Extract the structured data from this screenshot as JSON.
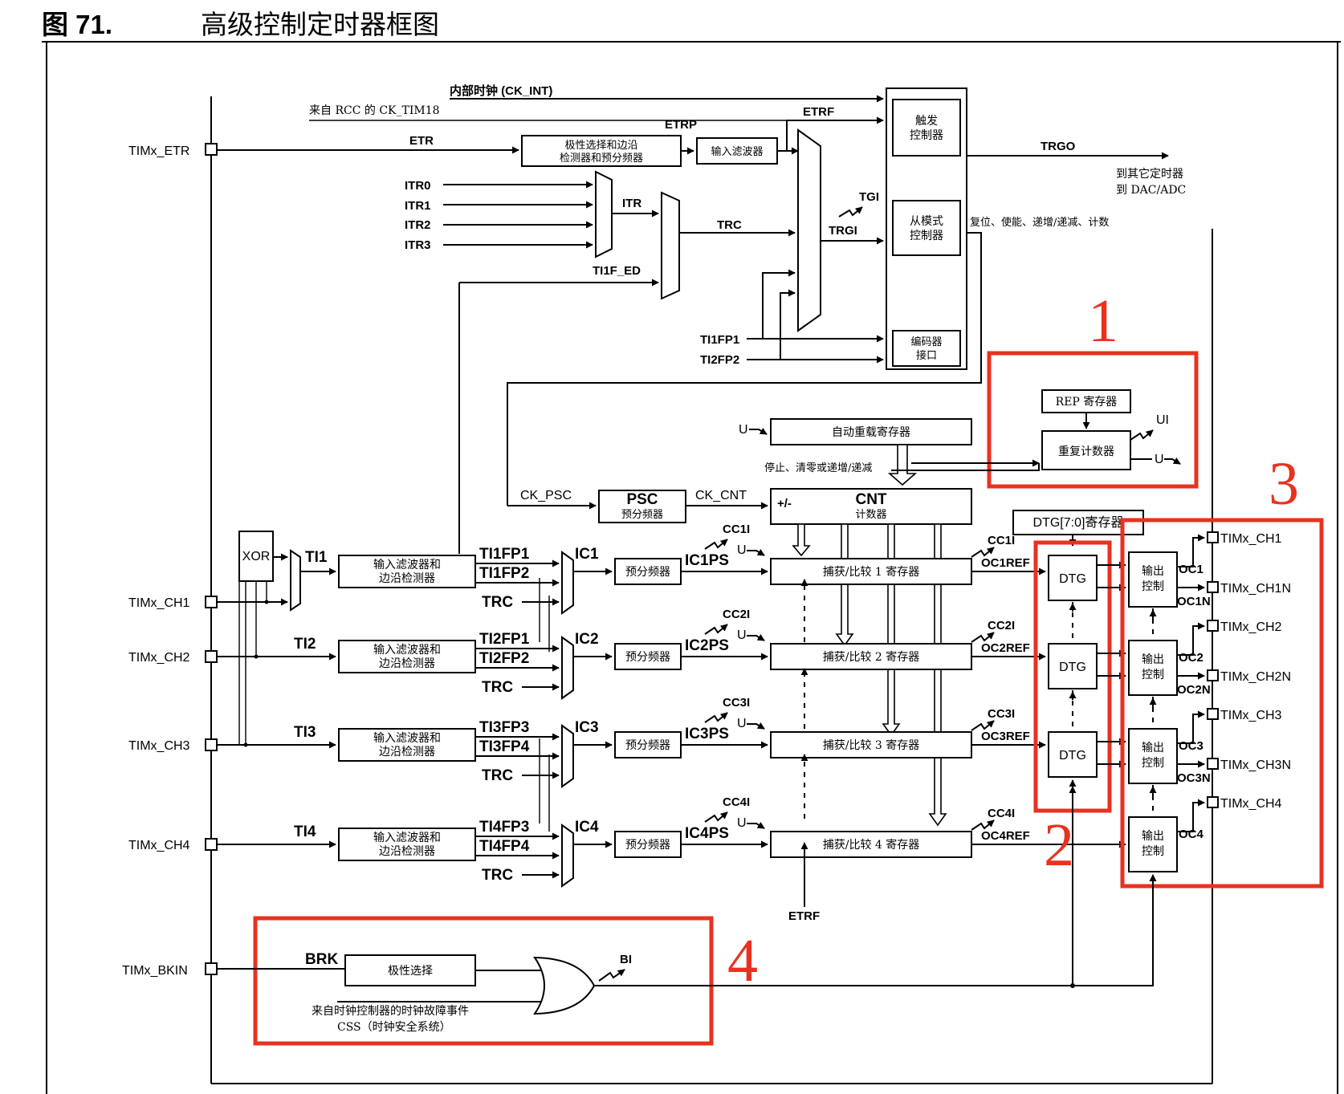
{
  "figure": {
    "number": "图 71.",
    "title": "高级控制定时器框图"
  },
  "signals": {
    "ck_int": "内部时钟 (CK_INT)",
    "rcc": "来自 RCC 的 CK_TIM18",
    "etr": "ETR",
    "etrp": "ETRP",
    "etrf": "ETRF",
    "trgo": "TRGO",
    "trgo_dest1": "到其它定时器",
    "trgo_dest2": "到 DAC/ADC",
    "itr0": "ITR0",
    "itr1": "ITR1",
    "itr2": "ITR2",
    "itr3": "ITR3",
    "itr": "ITR",
    "trc": "TRC",
    "tgi": "TGI",
    "trgi": "TRGI",
    "ti1f_ed": "TI1F_ED",
    "slave_out": "复位、使能、递增/递减、计数",
    "ti1fp1": "TI1FP1",
    "ti2fp2": "TI2FP2",
    "ui": "UI",
    "u": "U",
    "ck_psc": "CK_PSC",
    "ck_cnt": "CK_CNT",
    "stop": "停止、清零或递增/递减",
    "plusminus": "+/-",
    "etrf2": "ETRF",
    "brk": "BRK",
    "bi": "BI",
    "css1": "来自时钟控制器的时钟故障事件",
    "css2": "CSS（时钟安全系统）"
  },
  "blocks": {
    "edge_det1": "极性选择和边沿",
    "edge_det2": "检测器和预分频器",
    "input_filter": "输入滤波器",
    "trigger1": "触发",
    "trigger2": "控制器",
    "slave1": "从模式",
    "slave2": "控制器",
    "encoder1": "编码器",
    "encoder2": "接口",
    "rep_reg": "REP 寄存器",
    "rep_cnt": "重复计数器",
    "arr": "自动重载寄存器",
    "psc": "PSC",
    "psc_sub": "预分频器",
    "cnt": "CNT",
    "cnt_sub": "计数器",
    "dtg_reg": "DTG[7:0]寄存器",
    "xor": "XOR",
    "filter1": "输入滤波器和",
    "filter2": "边沿检测器",
    "prescaler": "预分频器",
    "dtg": "DTG",
    "out_ctrl1": "输出",
    "out_ctrl2": "控制",
    "polarity": "极性选择"
  },
  "pins": {
    "etr": "TIMx_ETR",
    "ch1": "TIMx_CH1",
    "ch2": "TIMx_CH2",
    "ch3": "TIMx_CH3",
    "ch4": "TIMx_CH4",
    "bkin": "TIMx_BKIN",
    "out_ch1": "TIMx_CH1",
    "out_ch1n": "TIMx_CH1N",
    "out_ch2": "TIMx_CH2",
    "out_ch2n": "TIMx_CH2N",
    "out_ch3": "TIMx_CH3",
    "out_ch3n": "TIMx_CH3N",
    "out_ch4": "TIMx_CH4"
  },
  "channels": [
    {
      "ti": "TI1",
      "fpa": "TI1FP1",
      "fpb": "TI1FP2",
      "trc": "TRC",
      "ic": "IC1",
      "icps": "IC1PS",
      "cci": "CC1I",
      "u": "U",
      "reg": "捕获/比较 1 寄存器",
      "cc": "CC1I",
      "ocref": "OC1REF",
      "oc": "OC1",
      "ocn": "OC1N"
    },
    {
      "ti": "TI2",
      "fpa": "TI2FP1",
      "fpb": "TI2FP2",
      "trc": "TRC",
      "ic": "IC2",
      "icps": "IC2PS",
      "cci": "CC2I",
      "u": "U",
      "reg": "捕获/比较 2 寄存器",
      "cc": "CC2I",
      "ocref": "OC2REF",
      "oc": "OC2",
      "ocn": "OC2N"
    },
    {
      "ti": "TI3",
      "fpa": "TI3FP3",
      "fpb": "TI3FP4",
      "trc": "TRC",
      "ic": "IC3",
      "icps": "IC3PS",
      "cci": "CC3I",
      "u": "U",
      "reg": "捕获/比较 3 寄存器",
      "cc": "CC3I",
      "ocref": "OC3REF",
      "oc": "OC3",
      "ocn": "OC3N"
    },
    {
      "ti": "TI4",
      "fpa": "TI4FP3",
      "fpb": "TI4FP4",
      "trc": "TRC",
      "ic": "IC4",
      "icps": "IC4PS",
      "cci": "CC4I",
      "u": "U",
      "reg": "捕获/比较 4 寄存器",
      "cc": "CC4I",
      "ocref": "OC4REF",
      "oc": "OC4",
      "ocn": ""
    }
  ],
  "annotations": {
    "n1": "1",
    "n2": "2",
    "n3": "3",
    "n4": "4"
  },
  "colors": {
    "highlight": "#e8321f",
    "line": "#000000"
  }
}
